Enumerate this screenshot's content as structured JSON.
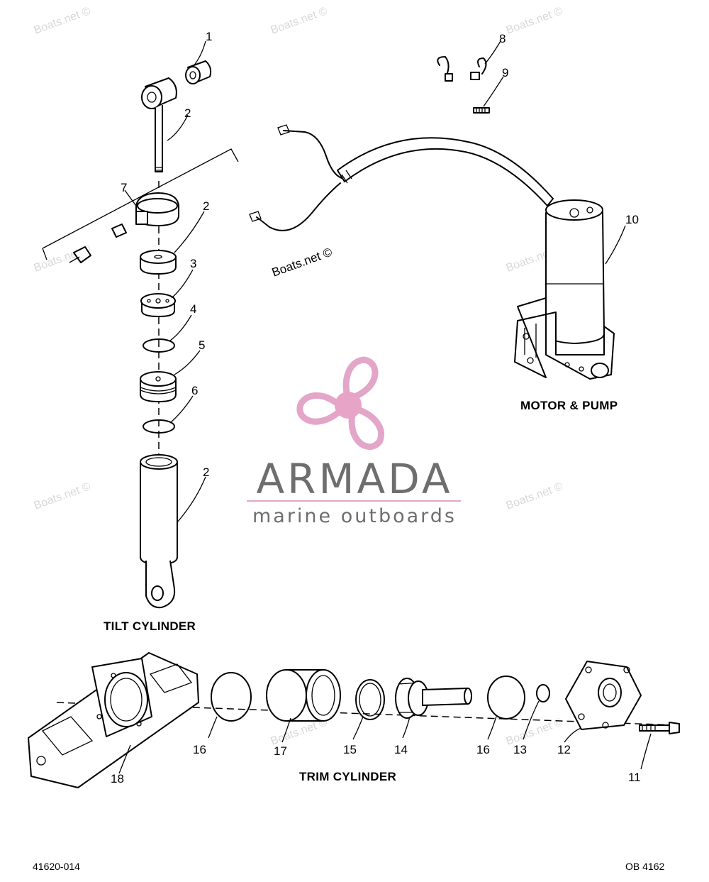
{
  "watermark_text": "Boats.net ©",
  "logo": {
    "brand": "ARMADA",
    "tagline": "marine outboards",
    "propeller_color": "#e3a6c8",
    "hub_color": "#e7a4c6",
    "text_color": "#6e6e6e"
  },
  "captions": {
    "tilt_cylinder": "TILT CYLINDER",
    "motor_pump": "MOTOR & PUMP",
    "trim_cylinder": "TRIM CYLINDER"
  },
  "callouts": {
    "c1": "1",
    "c2": "2",
    "c3": "3",
    "c4": "4",
    "c5": "5",
    "c6": "6",
    "c7": "7",
    "c8": "8",
    "c9": "9",
    "c10": "10",
    "c11": "11",
    "c12": "12",
    "c13": "13",
    "c14": "14",
    "c15": "15",
    "c16": "16",
    "c17": "17",
    "c18": "18"
  },
  "footer": {
    "left": "41620-014",
    "right": "OB 4162"
  },
  "icons": [
    "propeller-logo-icon"
  ]
}
